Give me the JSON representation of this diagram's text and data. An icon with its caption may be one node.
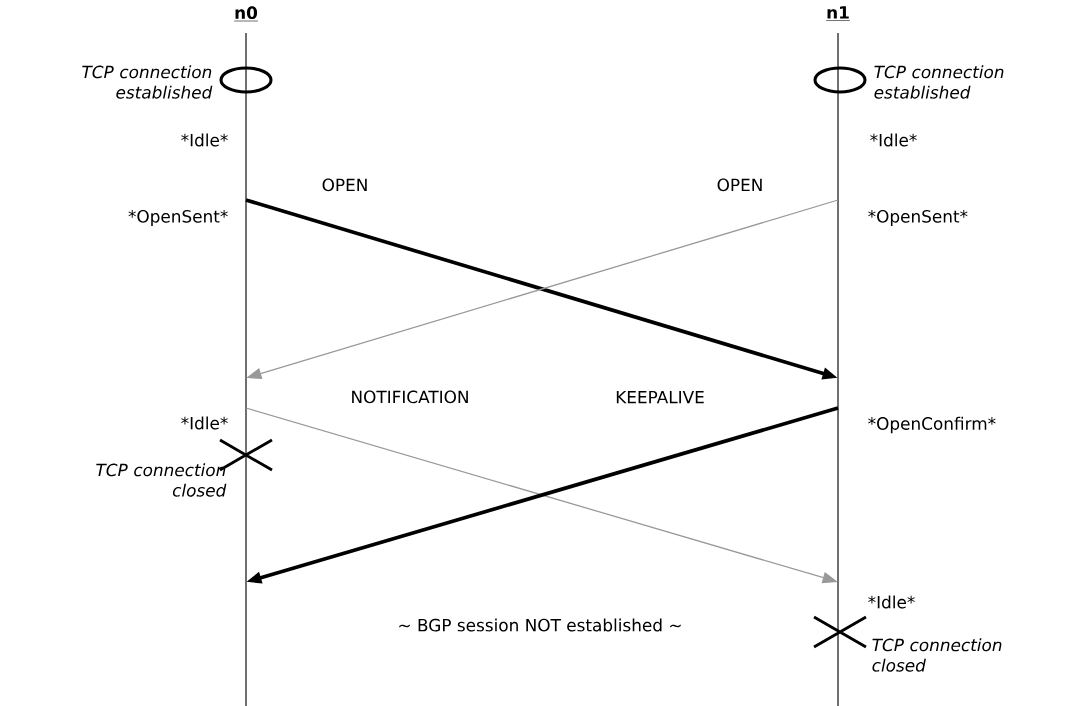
{
  "diagram": {
    "nodes": [
      {
        "text": [
          "n0"
        ]
      },
      {
        "text": [
          "n1"
        ]
      }
    ],
    "edges": [
      {
        "from": 0,
        "to": 1,
        "arrow": "to",
        "label": "OPEN",
        "style": "thick"
      },
      {
        "from": 1,
        "to": 0,
        "arrow": "to",
        "label": "OPEN",
        "color": "#999999"
      },
      {
        "from": 0,
        "to": 1,
        "arrow": "to",
        "label": "NOTIFICATION",
        "color": "#999999"
      },
      {
        "from": 1,
        "to": 0,
        "arrow": "to",
        "label": "KEEPALIVE",
        "style": "thick"
      }
    ],
    "labels": [
      "TCP connection established",
      "TCP connection established",
      "*Idle*",
      "*Idle*",
      "*OpenSent*",
      "*OpenSent*",
      "*Idle*",
      "*OpenConfirm*",
      "TCP connection closed",
      "*Idle*",
      "TCP connection closed",
      "~ BGP session NOT established ~"
    ]
  }
}
